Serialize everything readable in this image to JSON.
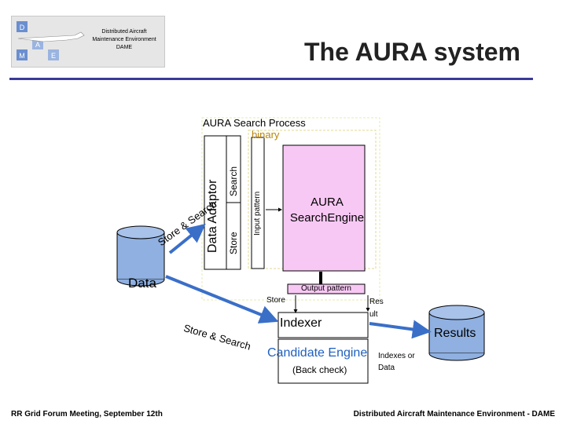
{
  "logo": {
    "text_line1": "Distributed Aircraft",
    "text_line2": "Maintenance Environment",
    "text_line3": "DAME",
    "letters": [
      "D",
      "A",
      "M",
      "E"
    ]
  },
  "title": "The AURA system",
  "process": {
    "label": "AURA Search Process",
    "binary_label": "binary",
    "data_adaptor": "Data Adaptor",
    "search": "Search",
    "store": "Store",
    "input_pattern": "Input pattern",
    "engine_line1": "AURA",
    "engine_line2": "SearchEngine",
    "store_search_upper": "Store & Search"
  },
  "data_label": "Data",
  "output_pattern": "Output pattern",
  "store_small": "Store",
  "result_line1": "Res",
  "result_line2": "ult",
  "indexer": "Indexer",
  "results": "Results",
  "candidate_engine": "Candidate Engine",
  "indexes_line1": "Indexes or",
  "indexes_line2": "Data",
  "back_check": "(Back check)",
  "store_search_lower": "Store & Search",
  "footer": {
    "left": "RR Grid Forum Meeting, September 12th",
    "right": "Distributed Aircraft Maintenance Environment - DAME"
  },
  "colors": {
    "title_rule": "#3a3a9a",
    "engine_fill": "#f8c8f4",
    "cylinder_fill": "#8fb0e0",
    "arrow": "#3a6fc8",
    "candidate_text": "#2060c0",
    "binary_text": "#b8860b",
    "dashed_border": "#e8e8b0"
  }
}
